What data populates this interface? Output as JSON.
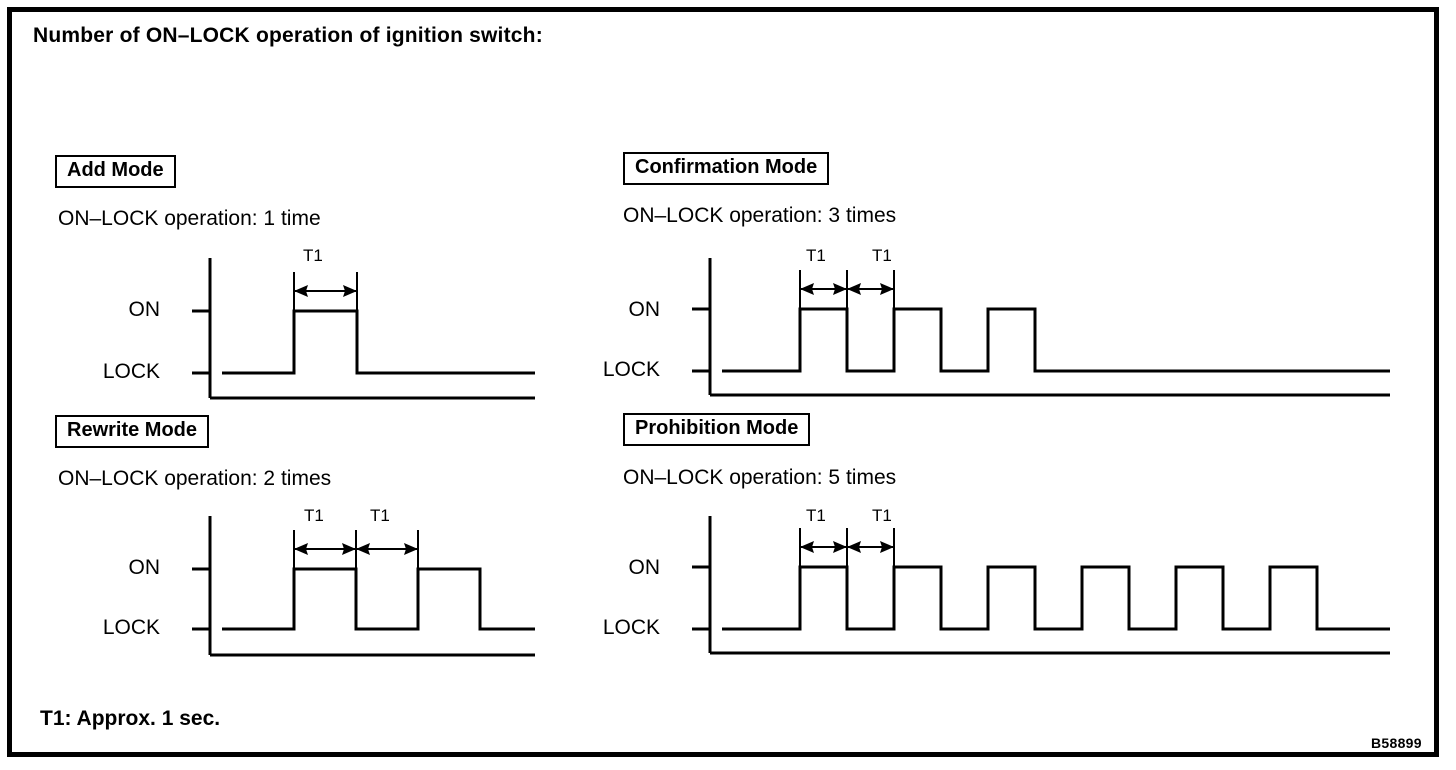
{
  "figure": {
    "title": "Number of ON–LOCK operation of ignition switch:",
    "footnote": "T1: Approx. 1 sec.",
    "reference_code": "B58899",
    "background_color": "#ffffff",
    "line_color": "#000000"
  },
  "axis_labels": {
    "high": "ON",
    "low": "LOCK"
  },
  "dimension_label": "T1",
  "panels": [
    {
      "id": "add-mode",
      "mode_label": "Add Mode",
      "subtitle": "ON–LOCK operation: 1 time",
      "operation_count": 1,
      "t1_markers": 1
    },
    {
      "id": "confirmation-mode",
      "mode_label": "Confirmation Mode",
      "subtitle": "ON–LOCK operation: 3 times",
      "operation_count": 3,
      "t1_markers": 2
    },
    {
      "id": "rewrite-mode",
      "mode_label": "Rewrite Mode",
      "subtitle": "ON–LOCK operation: 2 times",
      "operation_count": 2,
      "t1_markers": 2
    },
    {
      "id": "prohibition-mode",
      "mode_label": "Prohibition Mode",
      "subtitle": "ON–LOCK operation: 5 times",
      "operation_count": 5,
      "t1_markers": 2
    }
  ],
  "chart_data": {
    "type": "line",
    "title": "Number of ON–LOCK operation of ignition switch:",
    "xlabel": "",
    "ylabel": "",
    "grid": false,
    "legend": "none",
    "y_levels": [
      {
        "name": "LOCK",
        "value": 0
      },
      {
        "name": "ON",
        "value": 1
      }
    ],
    "annotations": [
      "T1",
      "T1: Approx. 1 sec."
    ],
    "series": [
      {
        "name": "Add Mode",
        "operation_count": 1,
        "values": [
          0,
          1,
          0
        ],
        "pulse_count": 1,
        "t1_label_count": 1
      },
      {
        "name": "Confirmation Mode",
        "operation_count": 3,
        "values": [
          0,
          1,
          0,
          1,
          0,
          1,
          0
        ],
        "pulse_count": 3,
        "t1_label_count": 2
      },
      {
        "name": "Rewrite Mode",
        "operation_count": 2,
        "values": [
          0,
          1,
          0,
          1,
          0
        ],
        "pulse_count": 2,
        "t1_label_count": 2
      },
      {
        "name": "Prohibition Mode",
        "operation_count": 5,
        "values": [
          0,
          1,
          0,
          1,
          0,
          1,
          0,
          1,
          0,
          1,
          0
        ],
        "pulse_count": 5,
        "t1_label_count": 2
      }
    ]
  }
}
